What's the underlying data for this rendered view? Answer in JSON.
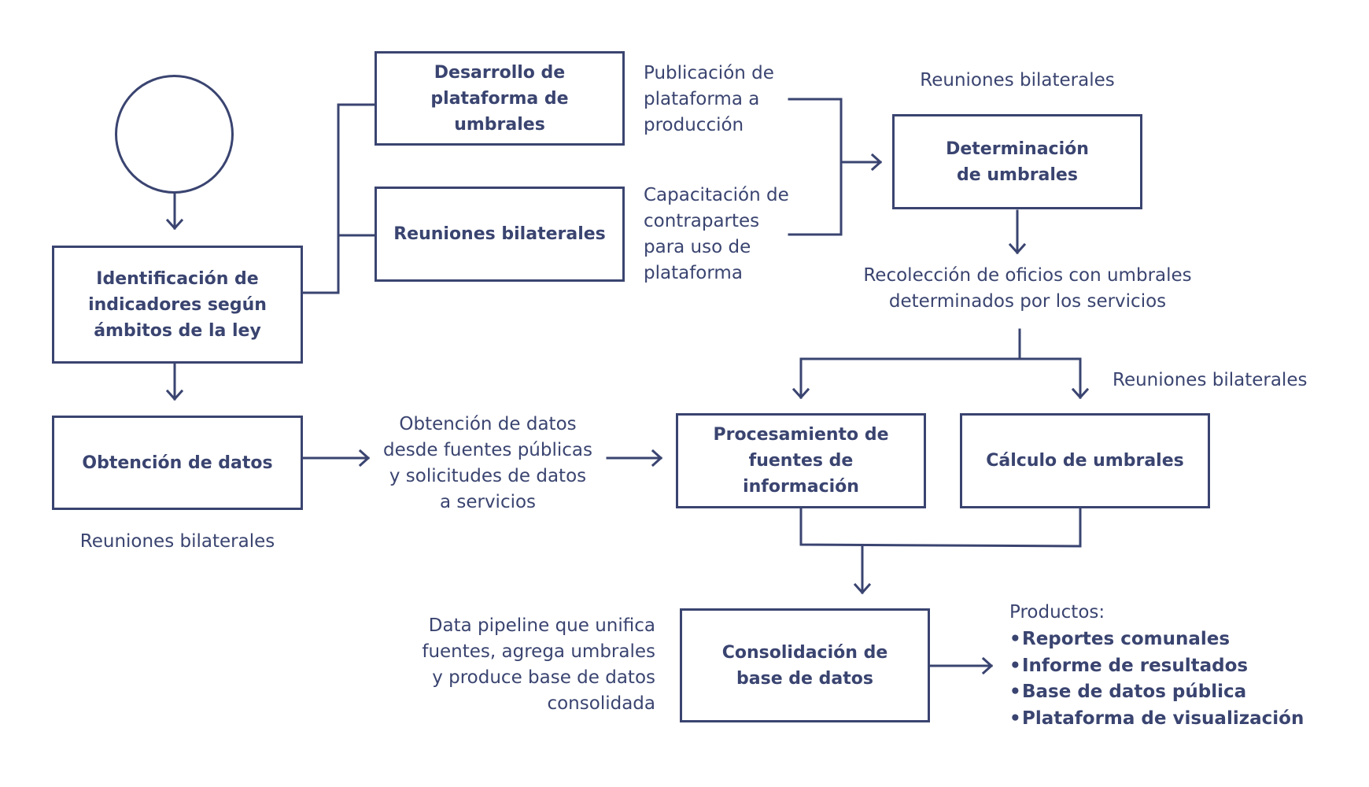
{
  "colors": {
    "stroke": "#3a4470",
    "text": "#3a4470",
    "background": "#ffffff"
  },
  "boxes": {
    "identificacion": "Identificación de indicadores según ámbitos de la ley",
    "desarrollo": "Desarrollo de plataforma de umbrales",
    "reuniones": "Reuniones bilaterales",
    "determinacion": "Determinación de umbrales",
    "obtencion": "Obtención de datos",
    "procesamiento": "Procesamiento de fuentes de información",
    "calculo": "Cálculo de umbrales",
    "consolidacion": "Consolidación de base de datos"
  },
  "labels": {
    "publicacion": "Publicación de plataforma a producción",
    "capacitacion": "Capacitación de contrapartes para uso de plataforma",
    "reuniones_top": "Reuniones bilaterales",
    "recoleccion": "Recolección de oficios con umbrales determinados por los servicios",
    "reuniones_right": "Reuniones bilaterales",
    "obtencion_desc": "Obtención de datos desde fuentes públicas y solicitudes de datos a servicios",
    "reuniones_left": "Reuniones bilaterales",
    "pipeline": "Data pipeline que unifica fuentes, agrega umbrales y produce base  de datos consolidada"
  },
  "products": {
    "title": "Productos:",
    "items": [
      "Reportes comunales",
      "Informe de resultados",
      "Base de datos pública",
      "Plataforma de visualización"
    ]
  }
}
